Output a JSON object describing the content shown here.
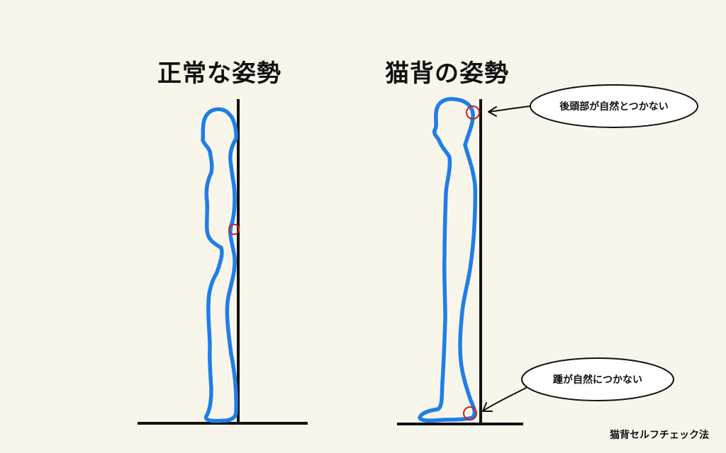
{
  "titles": {
    "normal": "正常な姿勢",
    "hunch": "猫背の姿勢"
  },
  "callouts": {
    "head": "後頭部が自然とつかない",
    "heel": "踵が自然につかない"
  },
  "footer": "猫背セルフチェック法",
  "colors": {
    "background": "#f8f5ea",
    "outline": "#1f7ee8",
    "wall": "#111111",
    "marker": "#cc2020"
  }
}
